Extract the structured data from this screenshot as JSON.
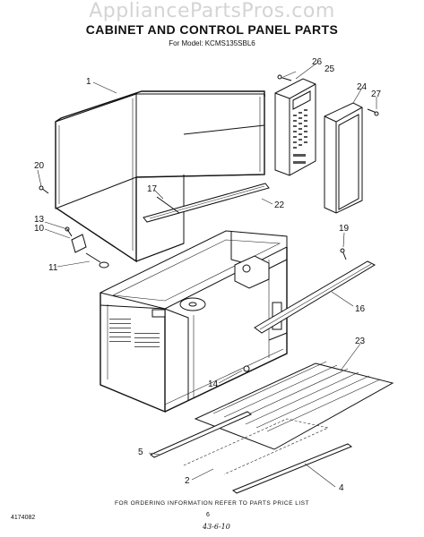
{
  "watermark": "AppliancePartsPros.com",
  "title": "CABINET AND CONTROL PANEL PARTS",
  "subtitle": "For Model: KCMS135SBL6",
  "footer": "FOR ORDERING INFORMATION REFER TO PARTS PRICE LIST",
  "doc_code": "4174082",
  "page_number": "6",
  "handwritten_note": "43-6-10",
  "callouts": [
    "1",
    "2",
    "4",
    "5",
    "10",
    "11",
    "13",
    "14",
    "16",
    "17",
    "19",
    "20",
    "22",
    "23",
    "24",
    "25",
    "26",
    "27"
  ]
}
